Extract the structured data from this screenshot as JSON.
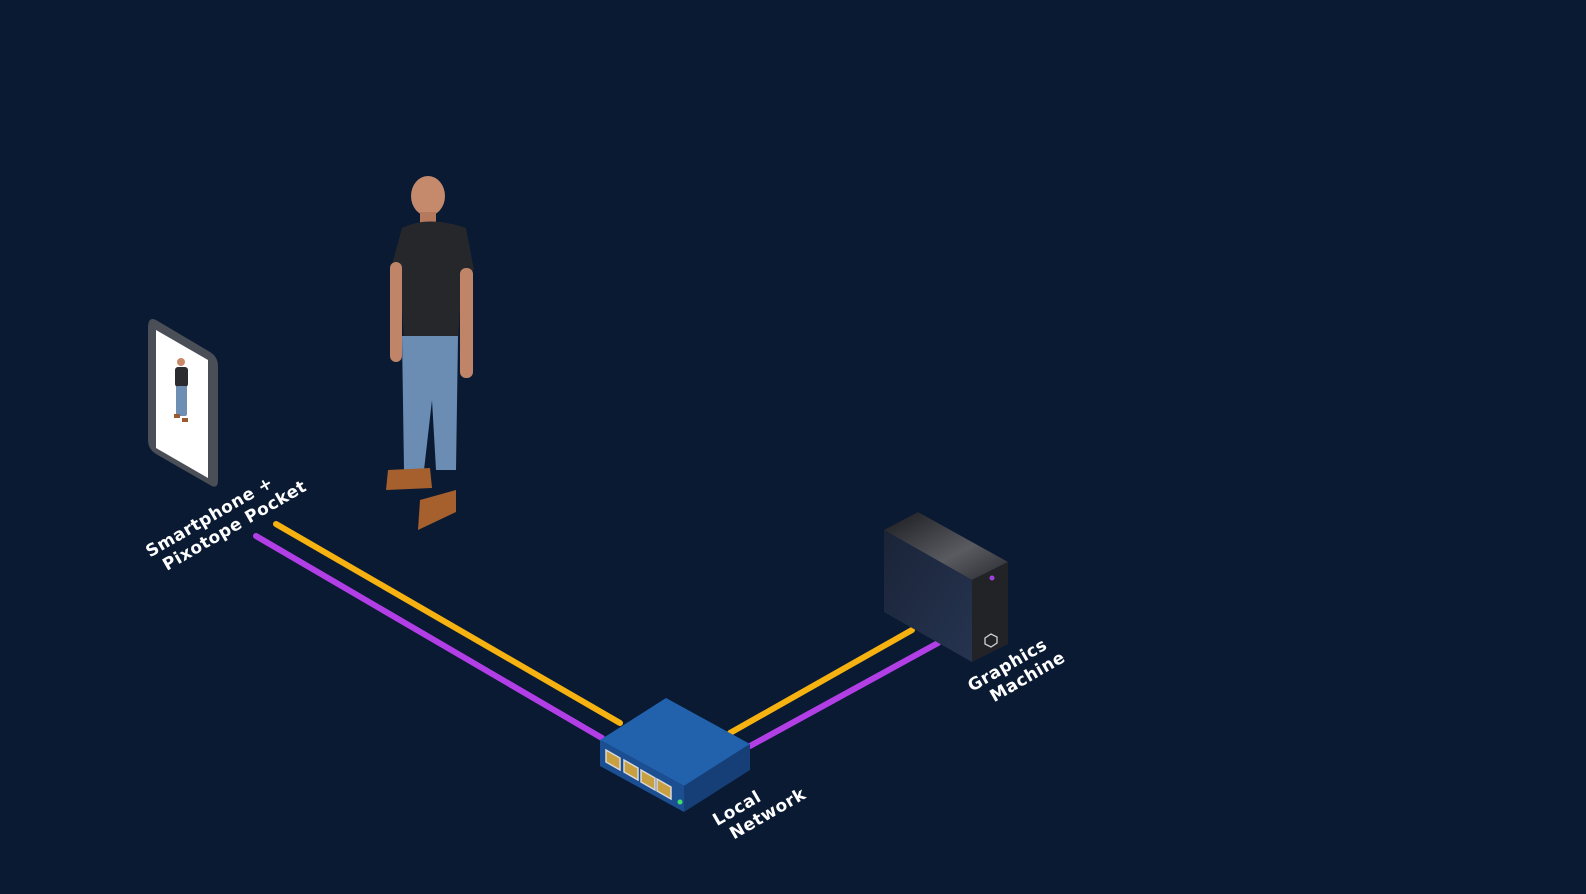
{
  "nodes": {
    "smartphone": {
      "label_line1": "Smartphone +",
      "label_line2": "Pixotope Pocket",
      "icon": "smartphone-icon"
    },
    "network": {
      "label_line1": "Local",
      "label_line2": "Network",
      "icon": "network-switch-icon"
    },
    "graphics": {
      "label_line1": "Graphics",
      "label_line2": "Machine",
      "icon": "computer-tower-icon"
    },
    "person": {
      "icon": "person-figure-icon"
    }
  },
  "colors": {
    "background": "#0a1a33",
    "cable_a": "#f5b211",
    "cable_b": "#b23fe6",
    "switch": "#1f5ea8"
  }
}
